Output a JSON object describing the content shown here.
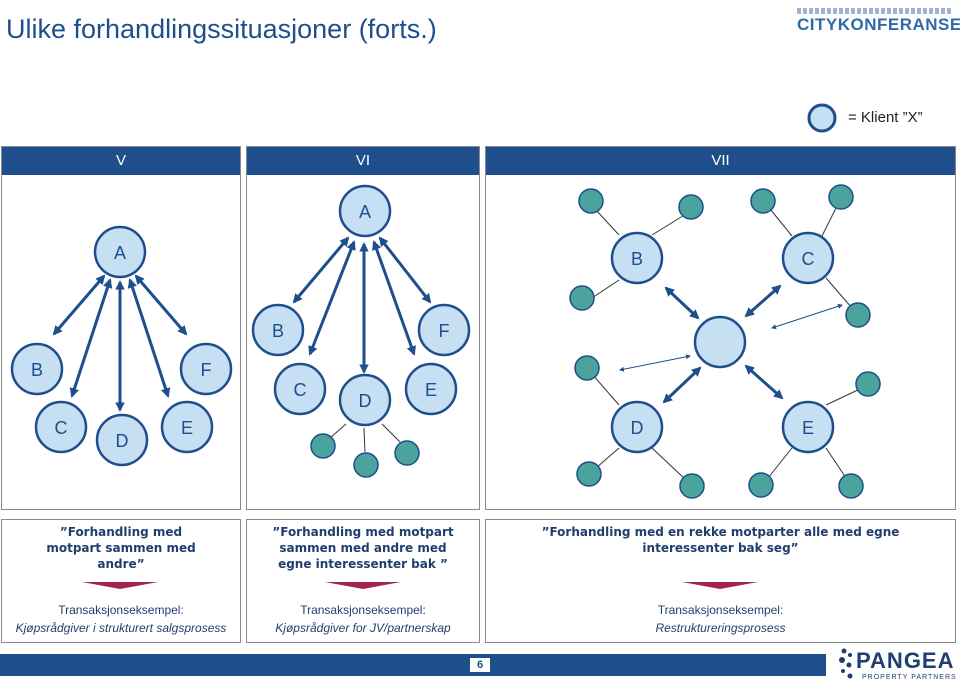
{
  "header": {
    "title": "Ulike forhandlingssituasjoner (forts.)",
    "logo_text": "CITYKONFERANSEN"
  },
  "legend": {
    "label": "= Klient ”X”"
  },
  "panels": [
    {
      "heading": "V",
      "caption": "”Forhandling med motpart sammen med andre”",
      "example_label": "Transaksjonseksempel:",
      "example": "Kjøpsrådgiver i strukturert salgsprosess",
      "nodes": [
        "A",
        "B",
        "C",
        "D",
        "E",
        "F"
      ]
    },
    {
      "heading": "VI",
      "caption": "”Forhandling med motpart sammen med andre med egne interessenter bak ”",
      "example_label": "Transaksjonseksempel:",
      "example": "Kjøpsrådgiver for JV/partnerskap",
      "nodes": [
        "A",
        "B",
        "C",
        "D",
        "E",
        "F"
      ]
    },
    {
      "heading": "VII",
      "caption": "”Forhandling med en rekke motparter alle med egne interessenter bak seg”",
      "example_label": "Transaksjonseksempel:",
      "example": "Restruktureringsprosess",
      "nodes": [
        "B",
        "C",
        "D",
        "E"
      ]
    }
  ],
  "footer": {
    "page_number": "6",
    "brand": "PANGEA",
    "brand_sub": "PROPERTY PARTNERS"
  },
  "colors": {
    "node_fill": "#c6dff2",
    "node_stroke": "#1f4e8c",
    "sub_node_fill": "#4aa39c",
    "header_bg": "#1f4e8c",
    "accent": "#a3254f"
  }
}
